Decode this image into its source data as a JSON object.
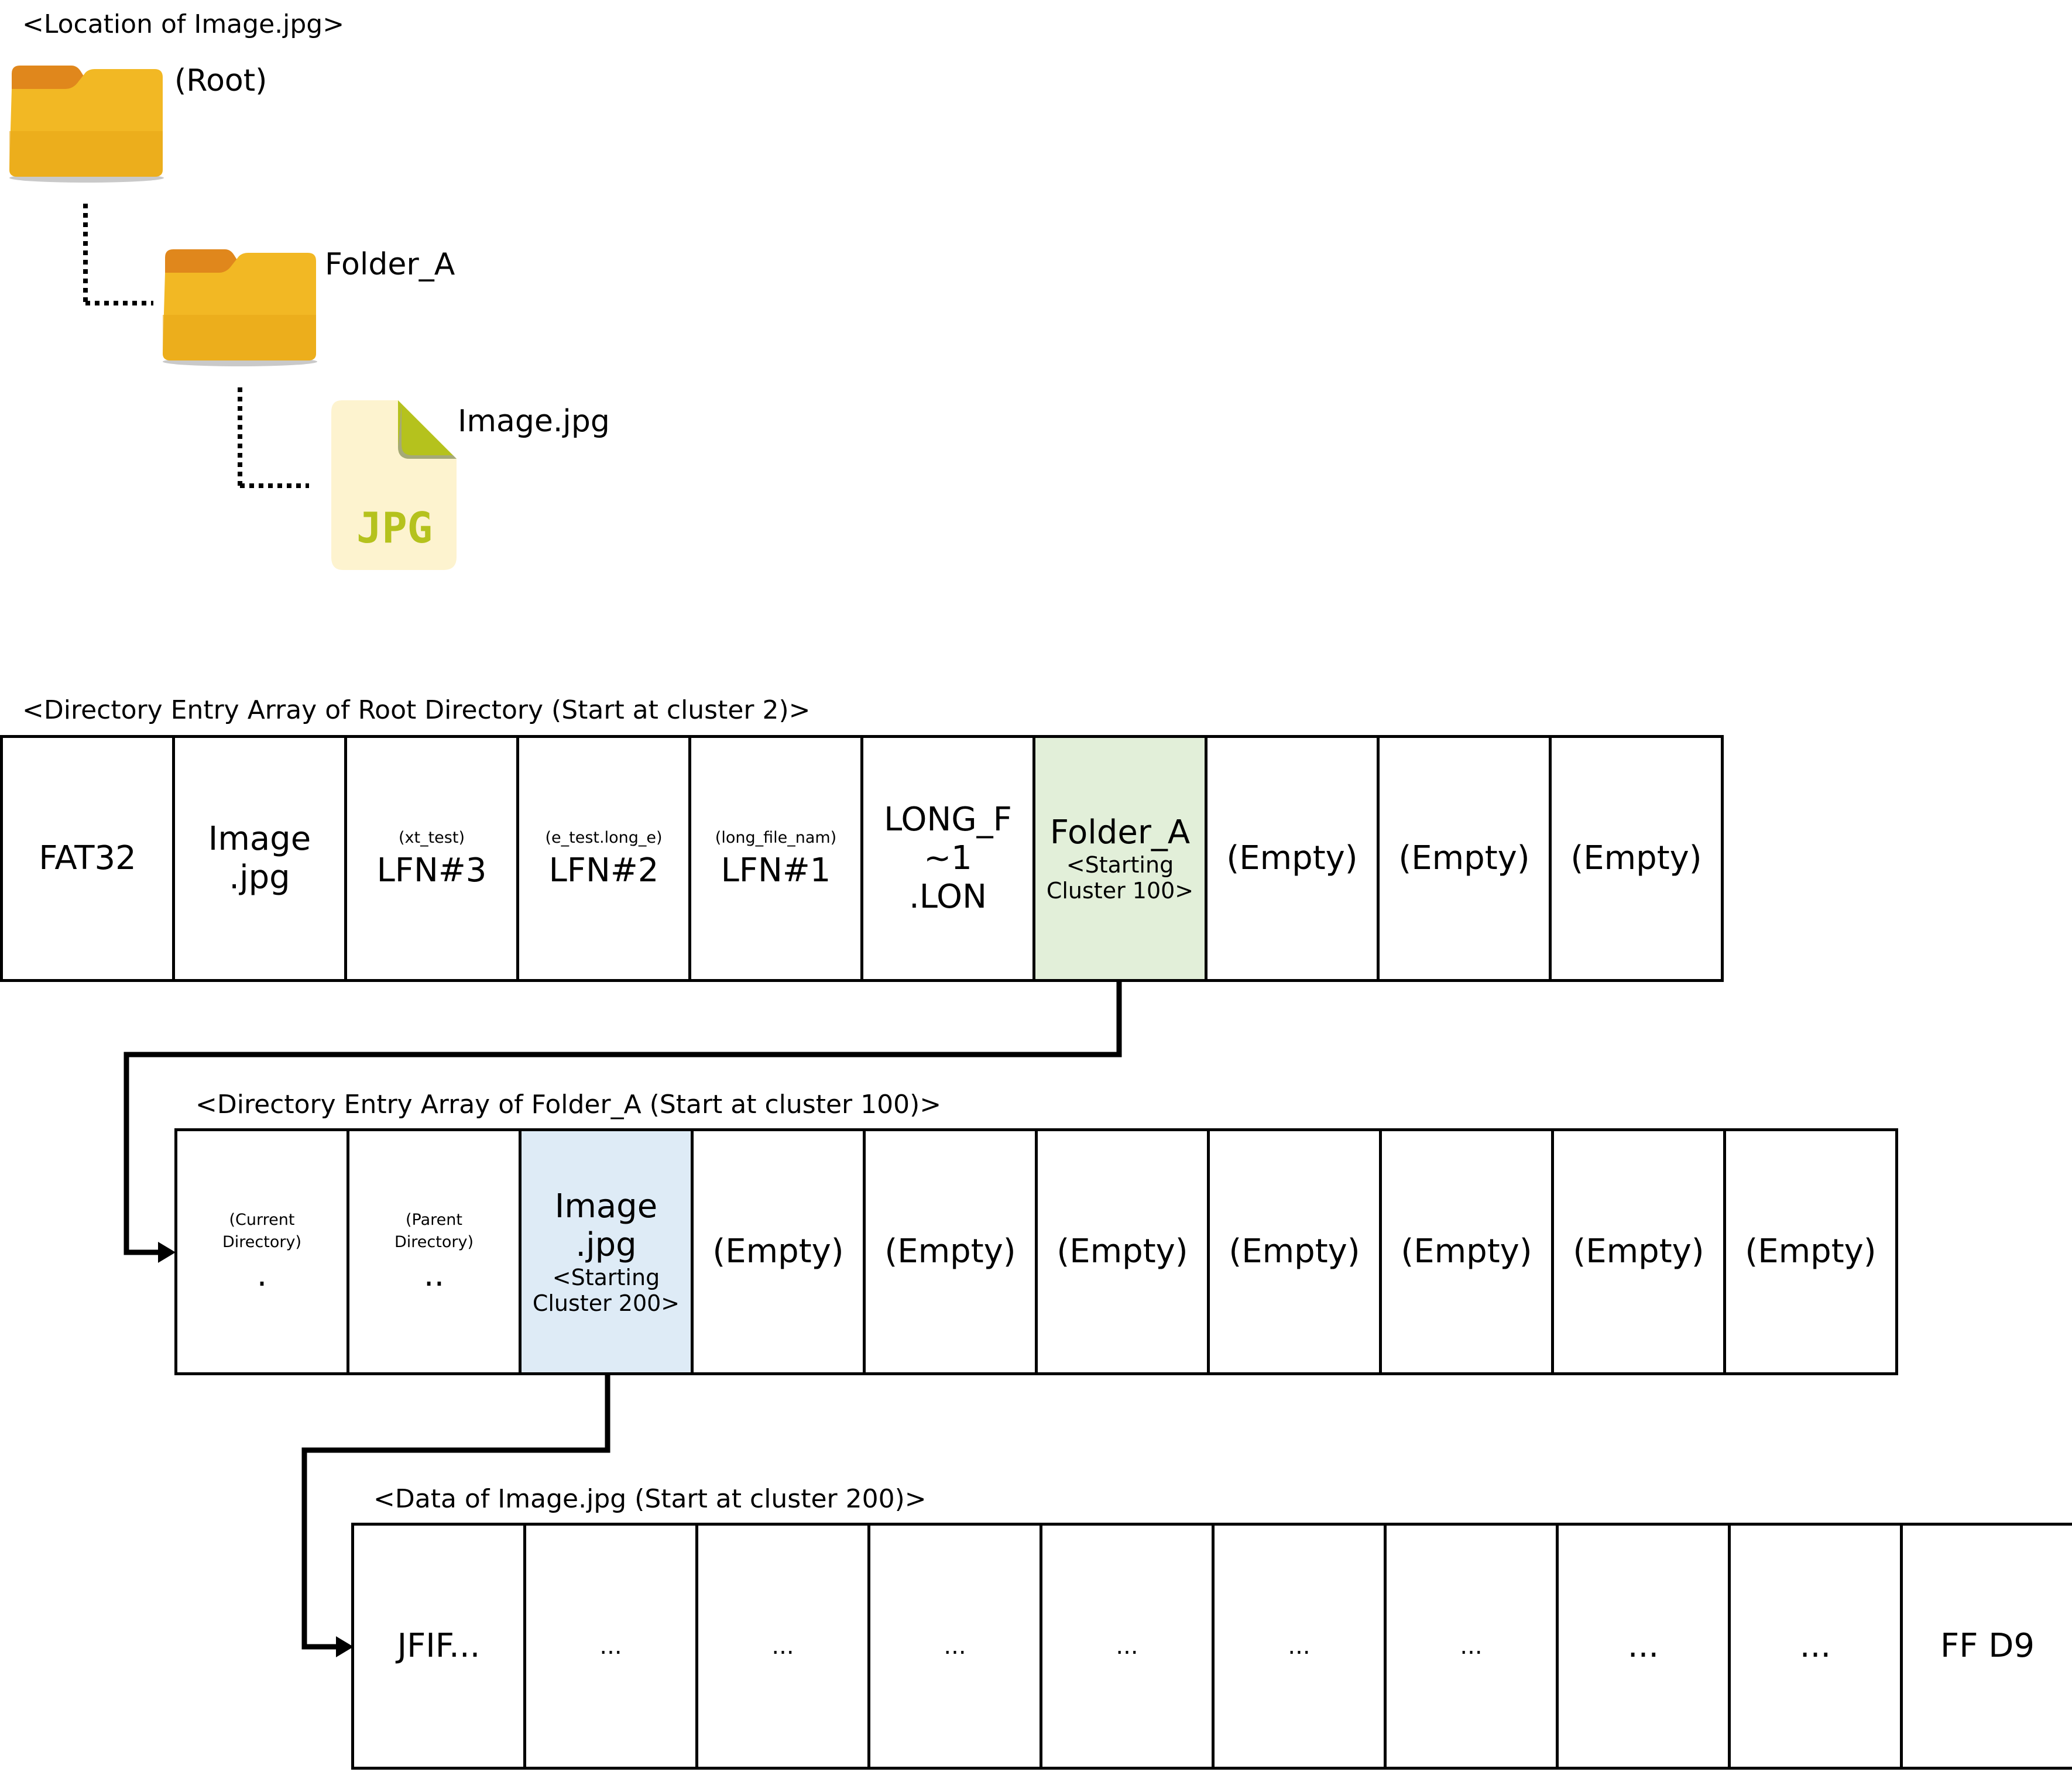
{
  "tree": {
    "title": "<Location of Image.jpg>",
    "root_label": "(Root)",
    "folder_label": "Folder_A",
    "file_label": "Image.jpg",
    "file_icon_text": "JPG"
  },
  "root_dir": {
    "title": "<Directory Entry Array of Root Directory (Start at cluster 2)>",
    "cells": [
      {
        "main": "FAT32"
      },
      {
        "main": "Image\n.jpg"
      },
      {
        "tiny": "(xt_test)",
        "main": "LFN#3"
      },
      {
        "tiny": "(e_test.long_e)",
        "main": "LFN#2"
      },
      {
        "tiny": "(long_file_nam)",
        "main": "LFN#1"
      },
      {
        "main": "LONG_F\n~1\n.LON"
      },
      {
        "main": "Folder_A",
        "sub": "<Starting\nCluster 100>",
        "highlight": "#e2efd9"
      },
      {
        "main": "(Empty)"
      },
      {
        "main": "(Empty)"
      },
      {
        "main": "(Empty)"
      }
    ]
  },
  "folder_dir": {
    "title": "<Directory Entry Array of Folder_A (Start at cluster 100)>",
    "cells": [
      {
        "tiny": "(Current\nDirectory)",
        "main": "."
      },
      {
        "tiny": "(Parent\nDirectory)",
        "main": ".."
      },
      {
        "main": "Image\n.jpg",
        "sub": "<Starting\nCluster 200>",
        "highlight": "#deebf6"
      },
      {
        "main": "(Empty)"
      },
      {
        "main": "(Empty)"
      },
      {
        "main": "(Empty)"
      },
      {
        "main": "(Empty)"
      },
      {
        "main": "(Empty)"
      },
      {
        "main": "(Empty)"
      },
      {
        "main": "(Empty)"
      }
    ]
  },
  "data_clusters": {
    "title": "<Data of Image.jpg (Start at cluster 200)>",
    "cells": [
      {
        "main": "JFIF..."
      },
      {
        "dots": "..."
      },
      {
        "dots": "..."
      },
      {
        "dots": "..."
      },
      {
        "dots": "..."
      },
      {
        "dots": "..."
      },
      {
        "dots": "..."
      },
      {
        "main": "..."
      },
      {
        "main": "..."
      },
      {
        "main": "FF  D9"
      }
    ]
  },
  "colors": {
    "folder_front": "#f2b824",
    "folder_back": "#e0871c",
    "folder_tab": "#eb9a2a",
    "jpg_paper": "#fdf3cf",
    "jpg_accent": "#b5c21d",
    "jpg_fold_shadow": "#9e9e9e"
  },
  "icons": [
    "folder-icon",
    "folder-icon",
    "jpg-file-icon"
  ]
}
